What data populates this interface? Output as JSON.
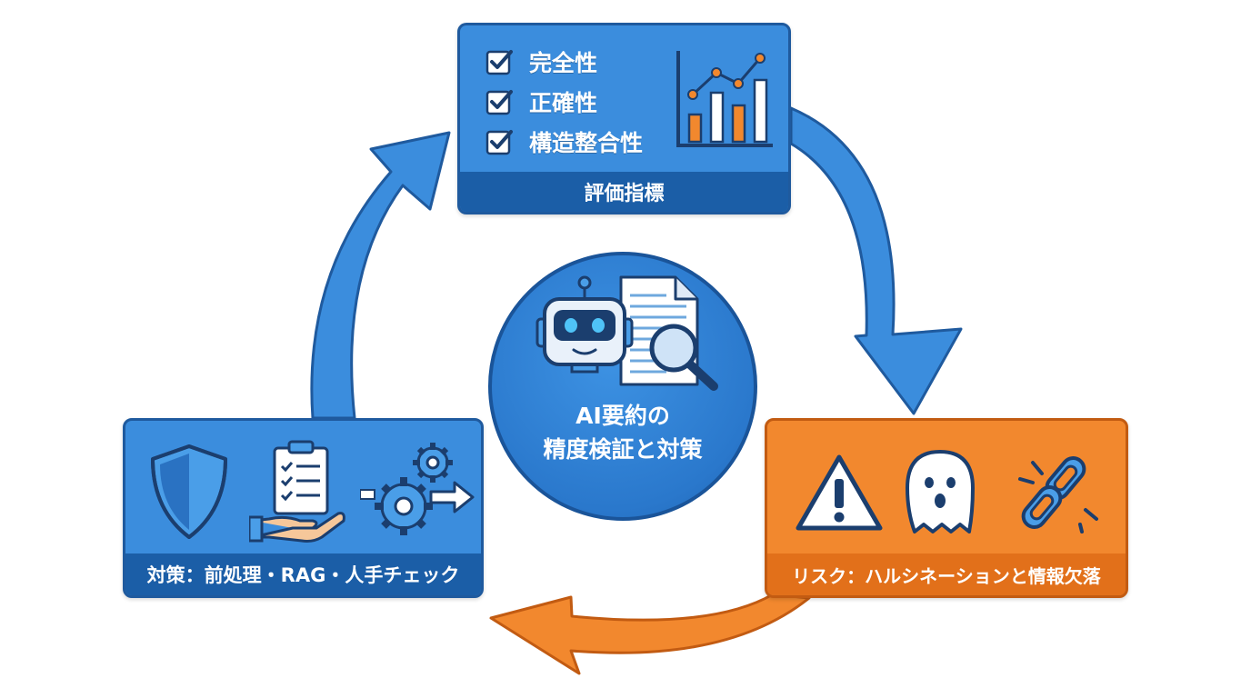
{
  "center": {
    "title_line1": "AI要約の",
    "title_line2": "精度検証と対策"
  },
  "metrics_panel": {
    "checks": [
      "完全性",
      "正確性",
      "構造整合性"
    ],
    "footer_label": "評価指標",
    "icons": [
      "checkbox-icon",
      "bar-line-chart-icon"
    ]
  },
  "measures_panel": {
    "footer_label": "対策：前処理・RAG・人手チェック",
    "icons": [
      "shield-icon",
      "clipboard-checklist-hand-icon",
      "gears-arrow-icon"
    ]
  },
  "risk_panel": {
    "footer_label": "リスク：ハルシネーションと情報欠落",
    "icons": [
      "warning-icon",
      "ghost-icon",
      "broken-chain-icon"
    ]
  },
  "colors": {
    "blue": "#3b8ddd",
    "dark_blue": "#1b5ea7",
    "orange": "#f2882e",
    "dark_orange": "#e2701a"
  }
}
